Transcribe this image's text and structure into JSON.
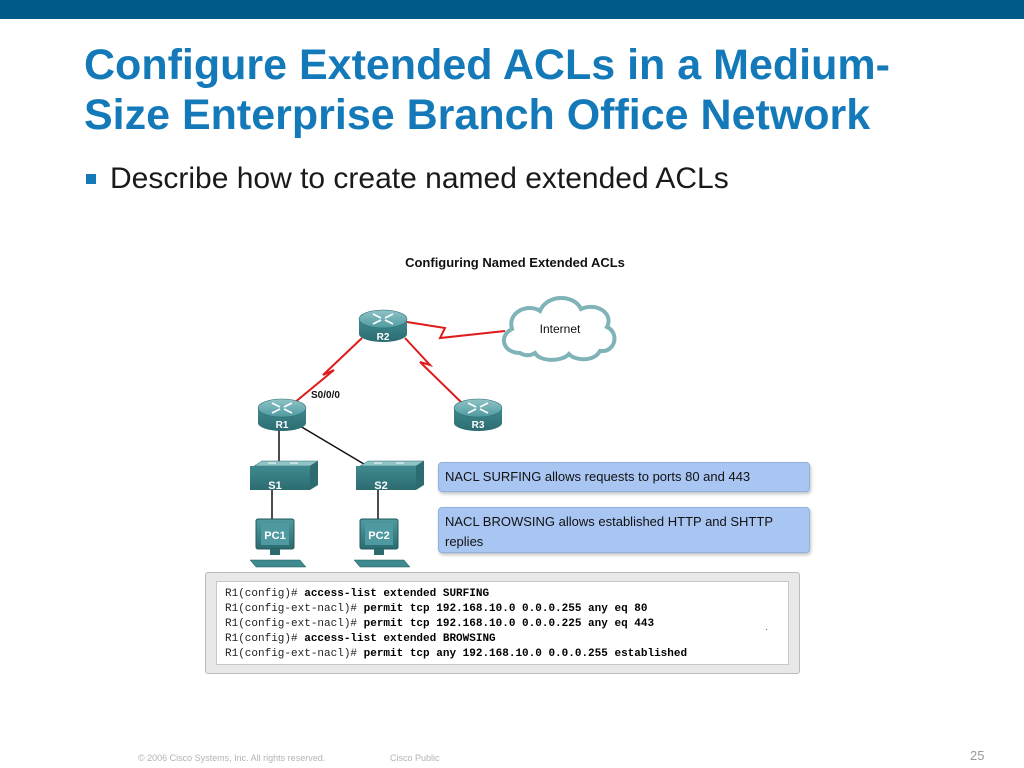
{
  "slide": {
    "title_line1": "Configure Extended ACLs in a Medium-",
    "title_line2": "Size Enterprise Branch Office Network",
    "bullet": "Describe how to create named extended ACLs"
  },
  "diagram": {
    "title": "Configuring Named Extended ACLs",
    "cloud_label": "Internet",
    "interface_label": "S0/0/0",
    "routers": [
      "R2",
      "R1",
      "R3"
    ],
    "switches": [
      "S1",
      "S2"
    ],
    "pcs": [
      "PC1",
      "PC2"
    ],
    "notes": [
      "NACL SURFING allows requests to ports 80 and 443",
      "NACL BROWSING allows established HTTP and SHTTP replies"
    ]
  },
  "config": {
    "lines": [
      {
        "prompt": "R1(config)# ",
        "cmd": "access-list extended SURFING"
      },
      {
        "prompt": "R1(config-ext-nacl)# ",
        "cmd": "permit tcp 192.168.10.0 0.0.0.255 any eq 80"
      },
      {
        "prompt": "R1(config-ext-nacl)# ",
        "cmd": "permit tcp 192.168.10.0 0.0.0.225 any eq 443"
      },
      {
        "prompt": "R1(config)# ",
        "cmd": "access-list extended BROWSING"
      },
      {
        "prompt": "R1(config-ext-nacl)# ",
        "cmd": "permit tcp any 192.168.10.0 0.0.0.255 established"
      }
    ],
    "dot": "."
  },
  "footer": {
    "copyright": "© 2006 Cisco Systems, Inc. All rights reserved.",
    "classification": "Cisco Public",
    "page_number": "25"
  },
  "colors": {
    "title": "#1479b8",
    "topbar": "#005a87",
    "router": "#3f8a8f",
    "switch": "#3f8a8f",
    "wan_link": "#e01b1b",
    "note_fill": "#a9c6f3"
  }
}
